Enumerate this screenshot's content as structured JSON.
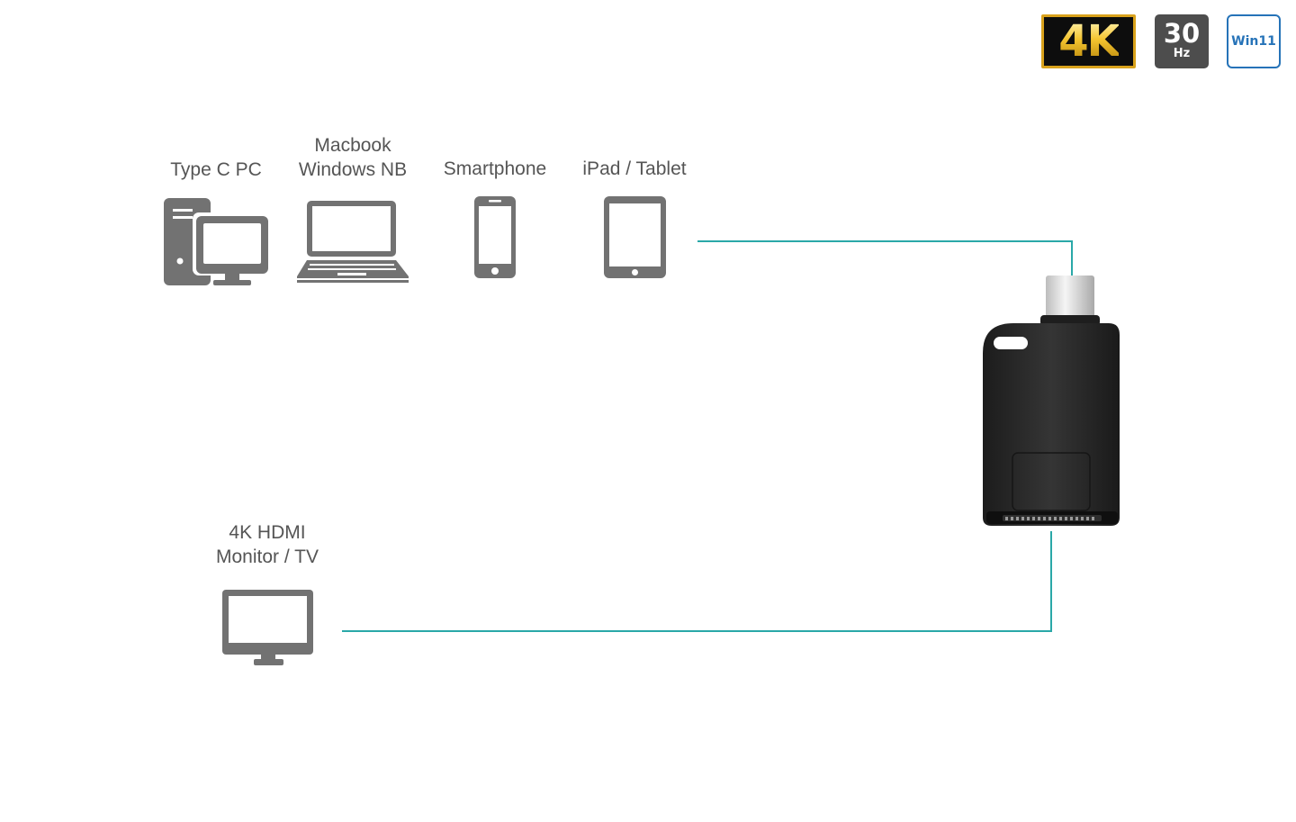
{
  "badges": {
    "resolution": "4K",
    "refresh_rate": "30",
    "refresh_unit": "Hz",
    "os": "Win11"
  },
  "sources": [
    {
      "lines": [
        "Type C PC"
      ],
      "icon": "desktop-pc-icon"
    },
    {
      "lines": [
        "Macbook",
        "Windows NB"
      ],
      "icon": "laptop-icon"
    },
    {
      "lines": [
        "Smartphone"
      ],
      "icon": "smartphone-icon"
    },
    {
      "lines": [
        "iPad / Tablet"
      ],
      "icon": "tablet-icon"
    }
  ],
  "display": {
    "lines": [
      "4K HDMI",
      "Monitor / TV"
    ],
    "icon": "monitor-icon"
  },
  "device": {
    "icon": "usb-c-to-hdmi-adapter-icon"
  },
  "colors": {
    "icon_gray": "#727272",
    "connector_line": "#2aa8a8",
    "adapter_body": "#2b2b2b",
    "label_text": "#555555"
  }
}
